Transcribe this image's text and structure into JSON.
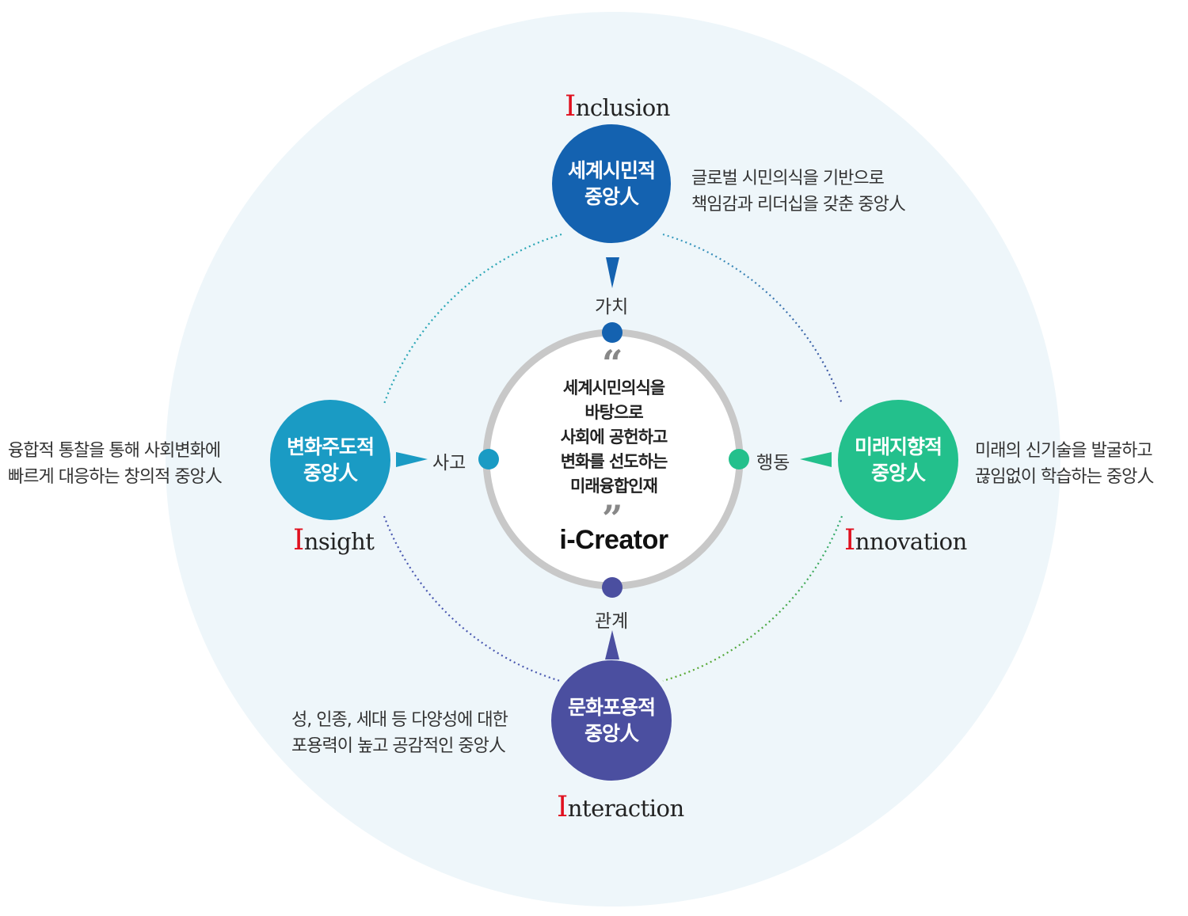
{
  "colors": {
    "background_disc": "#eef6fa",
    "inner_ring": "#c8c8c8",
    "top": "#1462b0",
    "left": "#1a9bc4",
    "right": "#23c08c",
    "bottom": "#4b4fa0",
    "accent_initial": "#e0101e"
  },
  "center": {
    "open_quote": "“",
    "lines": [
      "세계시민의식을",
      "바탕으로",
      "사회에 공헌하고",
      "변화를 선도하는",
      "미래융합인재"
    ],
    "close_quote": "”",
    "brand": "i-Creator"
  },
  "axes": {
    "top": "가치",
    "left": "사고",
    "right": "행동",
    "bottom": "관계"
  },
  "nodes": {
    "top": {
      "title_lines": [
        "세계시민적",
        "중앙人"
      ],
      "keyword_initial": "I",
      "keyword_rest": "nclusion",
      "description_lines": [
        "글로벌 시민의식을 기반으로",
        "책임감과  리더십을 갖춘 중앙人"
      ]
    },
    "left": {
      "title_lines": [
        "변화주도적",
        "중앙人"
      ],
      "keyword_initial": "I",
      "keyword_rest": "nsight",
      "description_lines": [
        "융합적 통찰을 통해 사회변화에",
        "빠르게 대응하는 창의적  중앙人"
      ]
    },
    "right": {
      "title_lines": [
        "미래지향적",
        "중앙人"
      ],
      "keyword_initial": "I",
      "keyword_rest": "nnovation",
      "description_lines": [
        "미래의 신기술을 발굴하고",
        "끊임없이 학습하는 중앙人"
      ]
    },
    "bottom": {
      "title_lines": [
        "문화포용적",
        "중앙人"
      ],
      "keyword_initial": "I",
      "keyword_rest": "nteraction",
      "description_lines": [
        "성, 인종, 세대 등 다양성에 대한",
        "포용력이  높고 공감적인 중앙人"
      ]
    }
  }
}
